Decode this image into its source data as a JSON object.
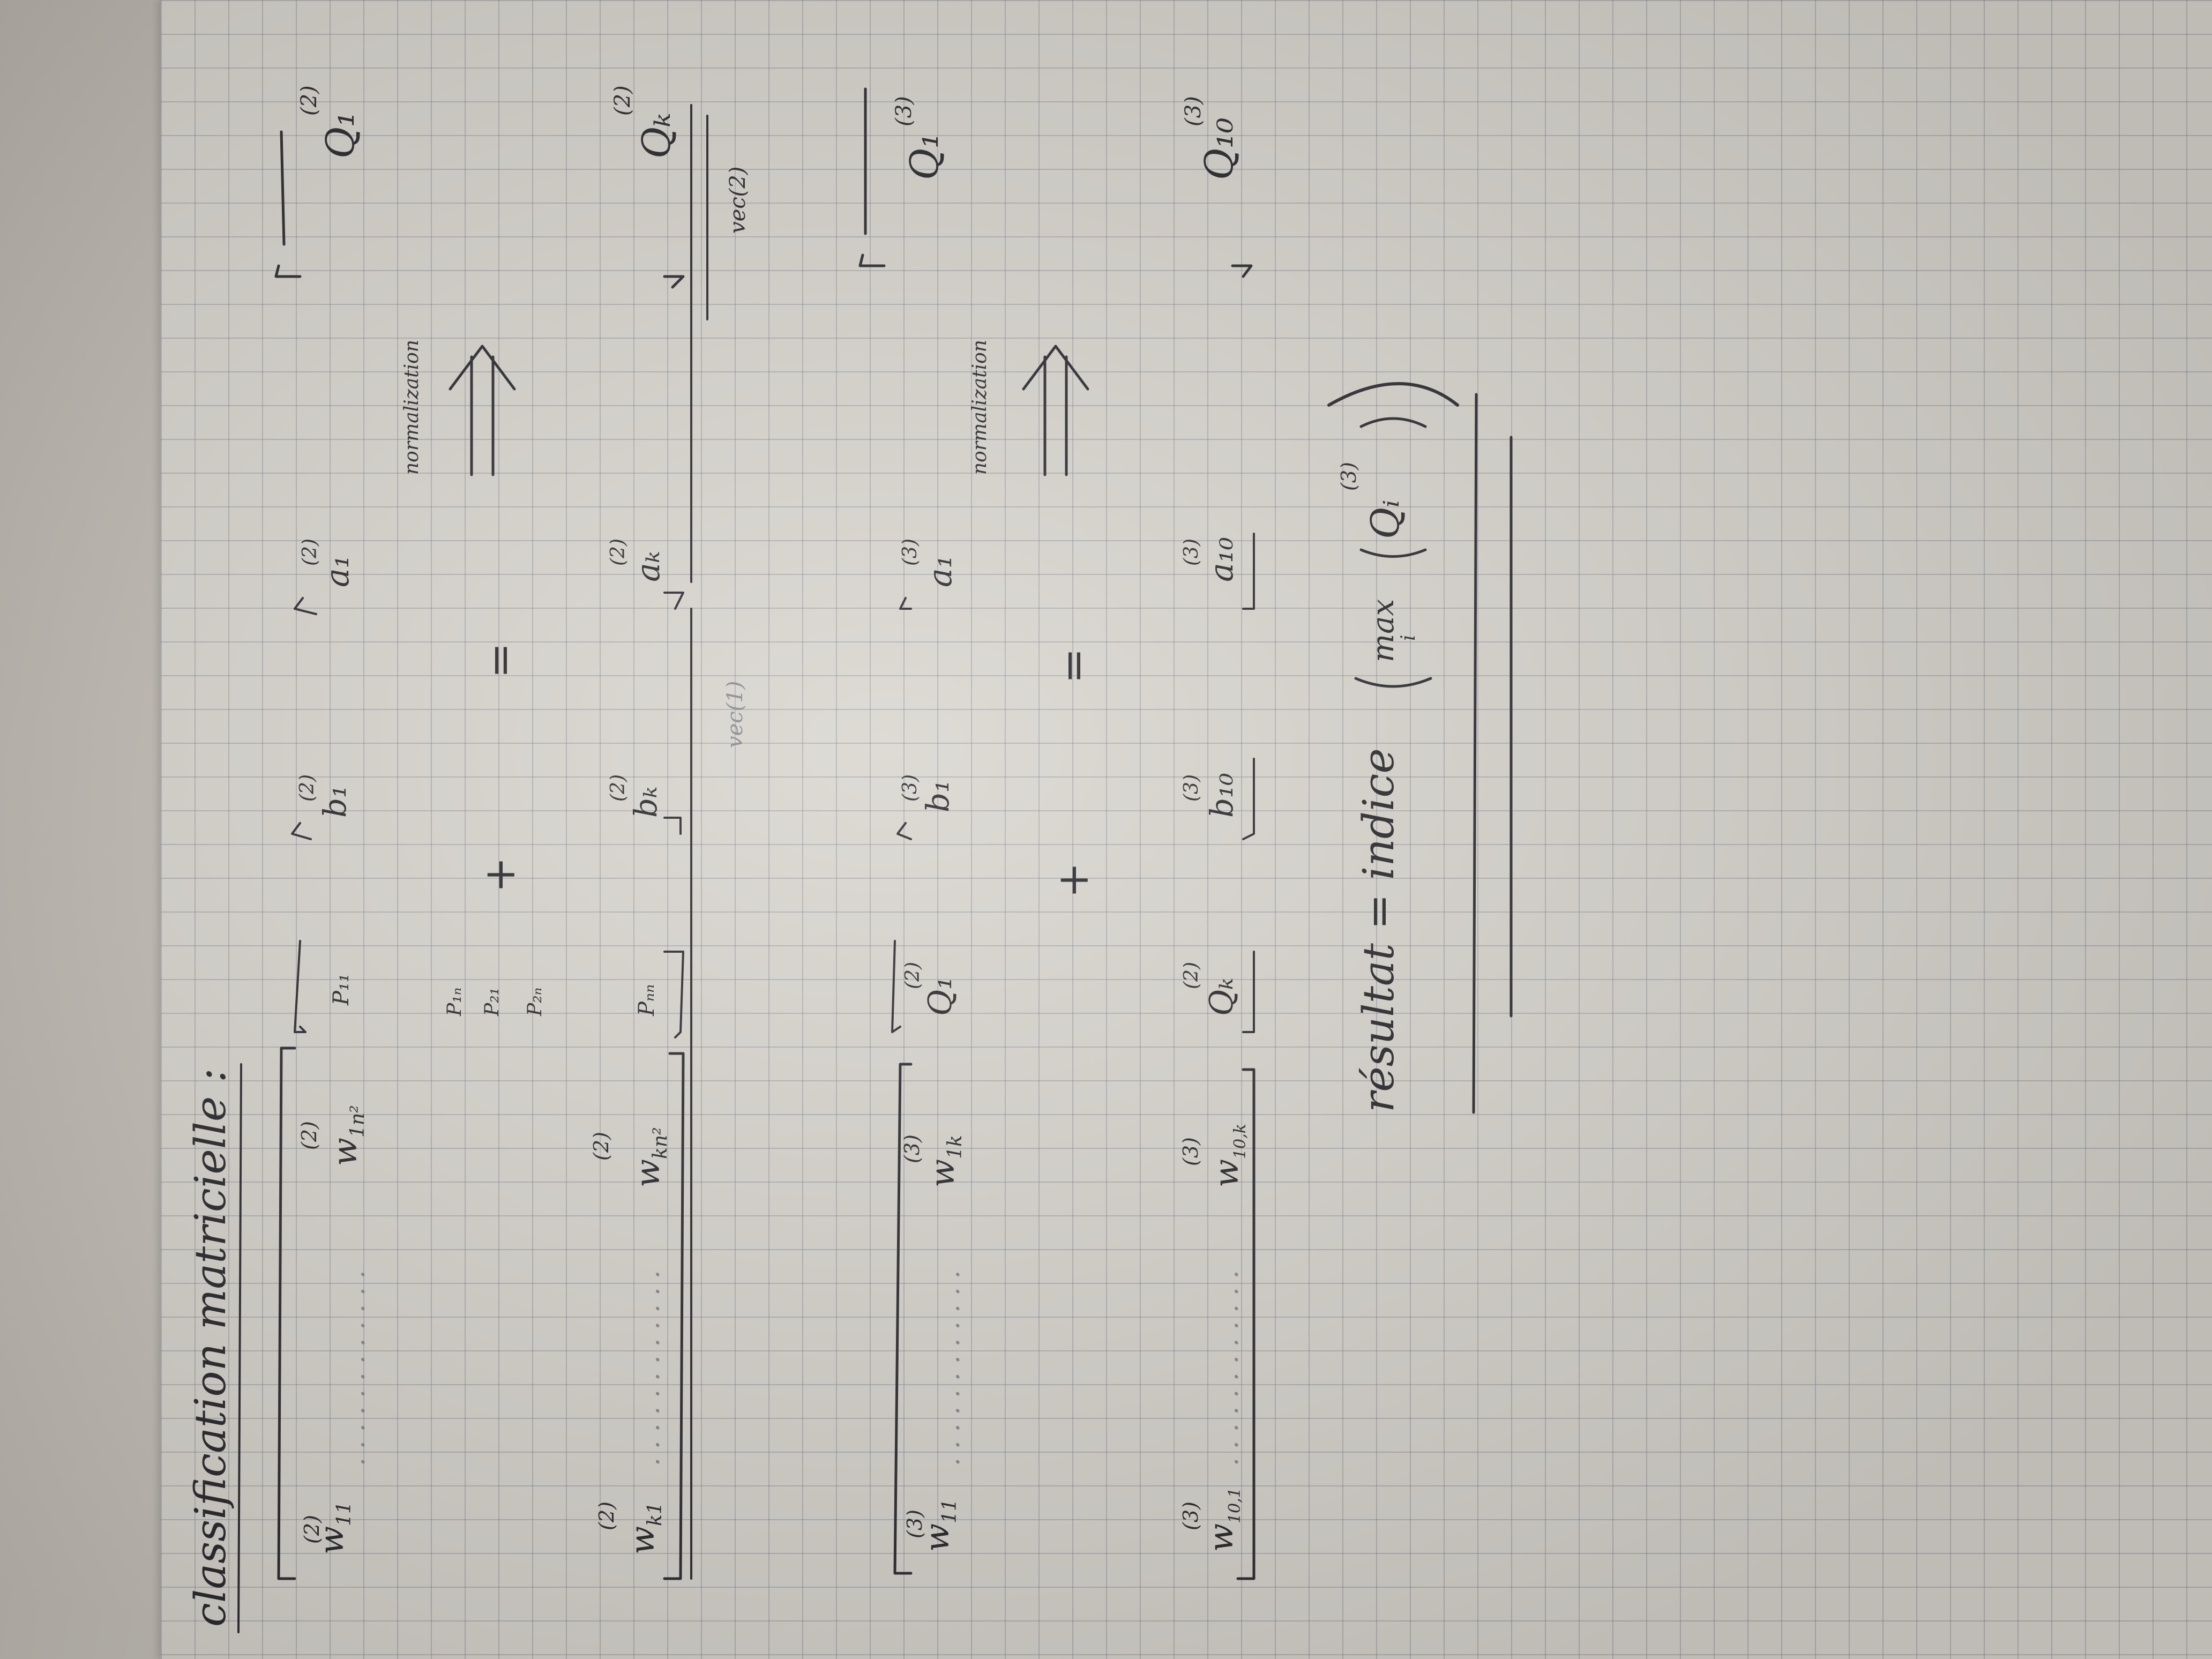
{
  "title": "classification matricielle :",
  "layer2": {
    "w_first": "w",
    "w_first_sub": "11",
    "w_first_sup": "(2)",
    "w_top_last": "w",
    "w_top_last_sub": "1n²",
    "w_top_last_sup": "(2)",
    "w_bottom_first": "w",
    "w_bottom_first_sub": "k1",
    "w_bottom_first_sup": "(2)",
    "w_bottom_last": "w",
    "w_bottom_last_sub": "kn²",
    "w_bottom_last_sup": "(2)",
    "p_first": "P₁₁",
    "p_mid_1": "P₁ₙ",
    "p_mid_2": "P₂₁",
    "p_mid_3": "P₂ₙ",
    "p_last": "Pₙₙ",
    "plus": "+",
    "b_first": "b₁",
    "b_first_sup": "(2)",
    "b_last": "bₖ",
    "b_last_sup": "(2)",
    "equals": "=",
    "a_first": "a₁",
    "a_first_sup": "(2)",
    "a_last": "aₖ",
    "a_last_sup": "(2)",
    "normalization": "normalization",
    "Q_first": "Q₁",
    "Q_first_sup": "(2)",
    "Q_last": "Qₖ",
    "Q_last_sup": "(2)",
    "vec_label": "vec(2)",
    "faint_label": "vec(1)"
  },
  "layer3": {
    "w_first": "w",
    "w_first_sub": "11",
    "w_first_sup": "(3)",
    "w_top_last": "w",
    "w_top_last_sub": "1k",
    "w_top_last_sup": "(3)",
    "w_bottom_first": "w",
    "w_bottom_first_sub": "10,1",
    "w_bottom_first_sup": "(3)",
    "w_bottom_last": "w",
    "w_bottom_last_sub": "10,k",
    "w_bottom_last_sup": "(3)",
    "Q_in_first": "Q₁",
    "Q_in_first_sup": "(2)",
    "Q_in_last": "Qₖ",
    "Q_in_last_sup": "(2)",
    "plus": "+",
    "b_first": "b₁",
    "b_first_sup": "(3)",
    "b_last": "b₁₀",
    "b_last_sup": "(3)",
    "equals": "=",
    "a_first": "a₁",
    "a_first_sup": "(3)",
    "a_last": "a₁₀",
    "a_last_sup": "(3)",
    "normalization": "normalization",
    "Q_first": "Q₁",
    "Q_first_sup": "(3)",
    "Q_last": "Q₁₀",
    "Q_last_sup": "(3)"
  },
  "result": {
    "lhs": "résultat = indice",
    "max": "max",
    "max_sub": "i",
    "Q": "Qᵢ",
    "Q_sup": "(3)"
  }
}
